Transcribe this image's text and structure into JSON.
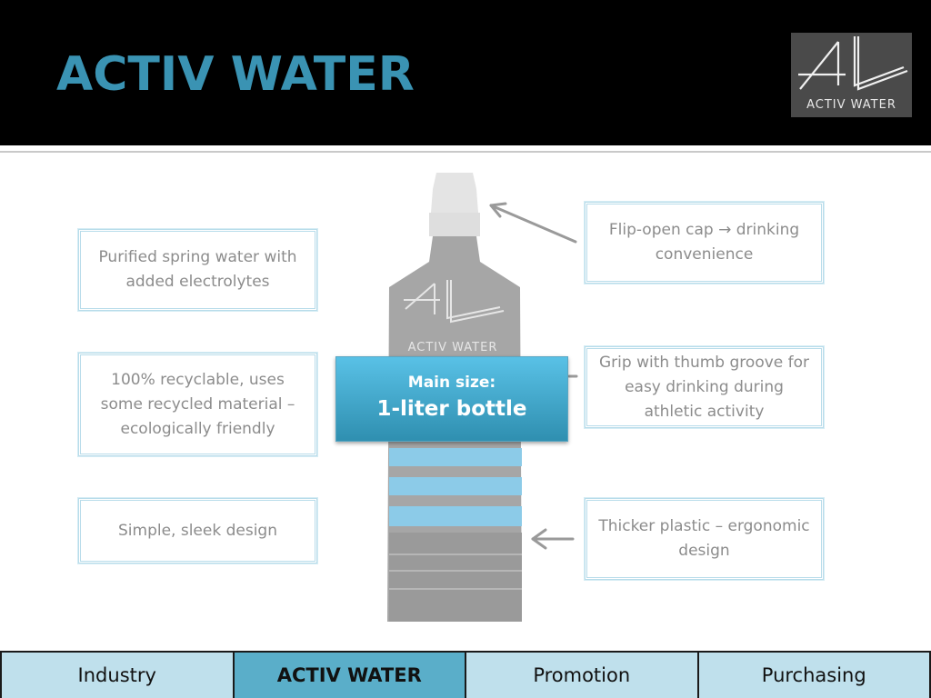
{
  "slide": {
    "title": "ACTIV WATER",
    "logo": {
      "text": "ACTIV WATER"
    },
    "bottle": {
      "label": "ACTIV WATER"
    },
    "left_features": [
      "Purified spring water with added electrolytes",
      "100% recyclable, uses some recycled material – ecologically friendly",
      "Simple, sleek design"
    ],
    "right_features": [
      "Flip-open cap → drinking convenience",
      "Grip with thumb groove for easy drinking during athletic activity",
      "Thicker plastic – ergonomic design"
    ],
    "main_size": {
      "line1": "Main size:",
      "line2": "1-liter bottle"
    }
  },
  "nav": {
    "tabs": [
      {
        "label": "Industry",
        "active": false
      },
      {
        "label": "ACTIV WATER",
        "active": true
      },
      {
        "label": "Promotion",
        "active": false
      },
      {
        "label": "Purchasing",
        "active": false
      }
    ]
  },
  "colors": {
    "title": "#3a93b3",
    "header_bg": "#000000",
    "box_border": "#b8dcea",
    "nav_tab": "#bfe0ec",
    "nav_tab_active": "#5aaec9"
  }
}
